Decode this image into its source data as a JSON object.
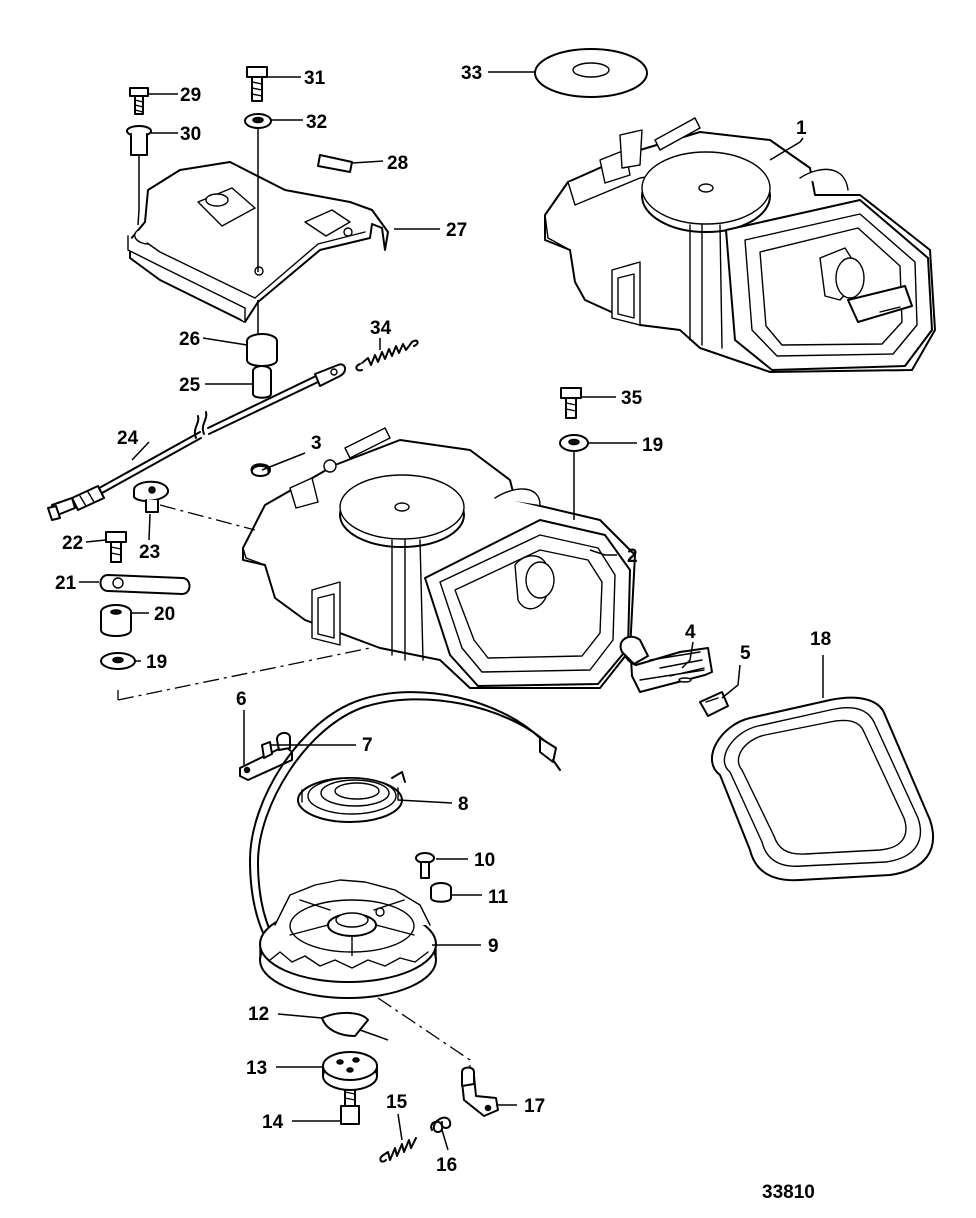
{
  "figure_number": "33810",
  "callouts": [
    {
      "id": "c1",
      "label": "1"
    },
    {
      "id": "c2",
      "label": "2"
    },
    {
      "id": "c3",
      "label": "3"
    },
    {
      "id": "c4",
      "label": "4"
    },
    {
      "id": "c5",
      "label": "5"
    },
    {
      "id": "c6",
      "label": "6"
    },
    {
      "id": "c7",
      "label": "7"
    },
    {
      "id": "c8",
      "label": "8"
    },
    {
      "id": "c9",
      "label": "9"
    },
    {
      "id": "c10",
      "label": "10"
    },
    {
      "id": "c11",
      "label": "11"
    },
    {
      "id": "c12",
      "label": "12"
    },
    {
      "id": "c13",
      "label": "13"
    },
    {
      "id": "c14",
      "label": "14"
    },
    {
      "id": "c15",
      "label": "15"
    },
    {
      "id": "c16",
      "label": "16"
    },
    {
      "id": "c17",
      "label": "17"
    },
    {
      "id": "c18",
      "label": "18"
    },
    {
      "id": "c19a",
      "label": "19"
    },
    {
      "id": "c19b",
      "label": "19"
    },
    {
      "id": "c20",
      "label": "20"
    },
    {
      "id": "c21",
      "label": "21"
    },
    {
      "id": "c22",
      "label": "22"
    },
    {
      "id": "c23",
      "label": "23"
    },
    {
      "id": "c24",
      "label": "24"
    },
    {
      "id": "c25",
      "label": "25"
    },
    {
      "id": "c26",
      "label": "26"
    },
    {
      "id": "c27",
      "label": "27"
    },
    {
      "id": "c28",
      "label": "28"
    },
    {
      "id": "c29",
      "label": "29"
    },
    {
      "id": "c30",
      "label": "30"
    },
    {
      "id": "c31",
      "label": "31"
    },
    {
      "id": "c32",
      "label": "32"
    },
    {
      "id": "c33",
      "label": "33"
    },
    {
      "id": "c34",
      "label": "34"
    },
    {
      "id": "c35",
      "label": "35"
    }
  ]
}
